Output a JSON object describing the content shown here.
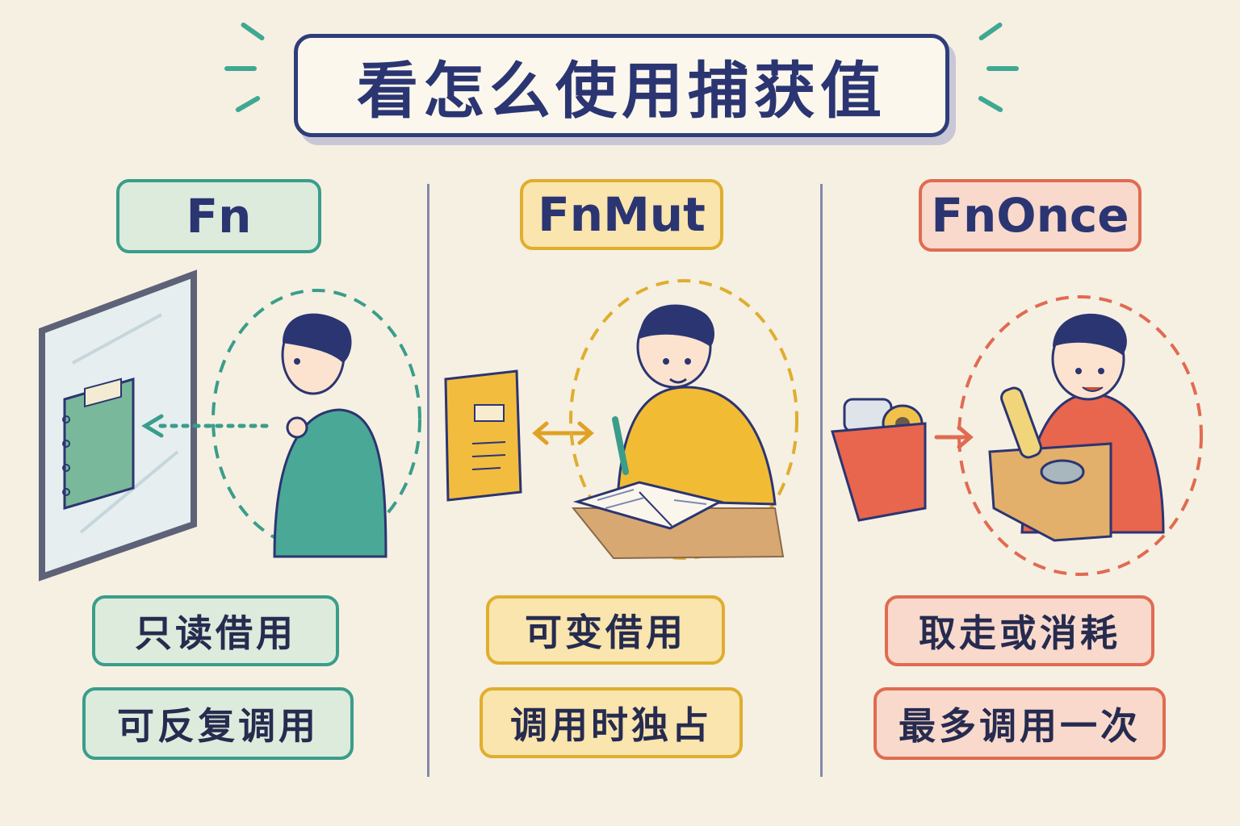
{
  "title": "看怎么使用捕获值",
  "colors": {
    "ink": "#2b3572",
    "fn": "#3a9d8b",
    "fnmut": "#e0ad2f",
    "fnonce": "#e06b52",
    "background": "#f6f0e2"
  },
  "columns": [
    {
      "trait": "Fn",
      "desc1": "只读借用",
      "desc2": "可反复调用",
      "icons": [
        "mirror-icon",
        "green-notebook-icon",
        "dotted-arrow-left-icon",
        "thinking-boy-icon"
      ]
    },
    {
      "trait": "FnMut",
      "desc1": "可变借用",
      "desc2": "调用时独占",
      "icons": [
        "yellow-notebook-icon",
        "double-arrow-icon",
        "writing-boy-icon"
      ]
    },
    {
      "trait": "FnOnce",
      "desc1": "取走或消耗",
      "desc2": "最多调用一次",
      "icons": [
        "red-box-icon",
        "arrow-right-icon",
        "boy-with-box-icon"
      ]
    }
  ]
}
